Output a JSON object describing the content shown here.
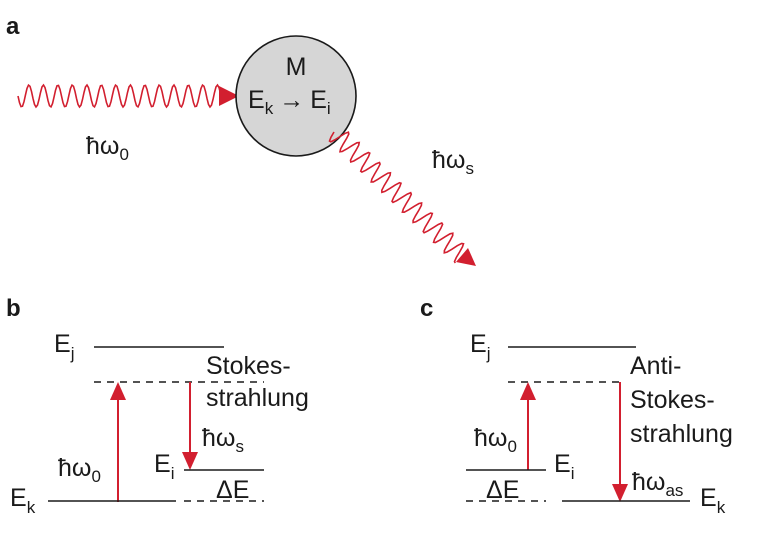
{
  "panels": {
    "a": {
      "label": "a",
      "molecule": {
        "name": "M",
        "transition_from": "E",
        "transition_from_sub": "k",
        "arrow": "→",
        "transition_to": "E",
        "transition_to_sub": "i"
      },
      "incident_photon": {
        "symbol": "ħω",
        "sub": "0"
      },
      "scattered_photon": {
        "symbol": "ħω",
        "sub": "s"
      }
    },
    "b": {
      "label": "b",
      "level_upper": {
        "symbol": "E",
        "sub": "j"
      },
      "level_ground": {
        "symbol": "E",
        "sub": "k"
      },
      "level_final": {
        "symbol": "E",
        "sub": "i"
      },
      "process_label_line1": "Stokes-",
      "process_label_line2": "strahlung",
      "excitation": {
        "symbol": "ħω",
        "sub": "0"
      },
      "emission": {
        "symbol": "ħω",
        "sub": "s"
      },
      "energy_gap": "ΔE"
    },
    "c": {
      "label": "c",
      "level_upper": {
        "symbol": "E",
        "sub": "j"
      },
      "level_start": {
        "symbol": "E",
        "sub": "i"
      },
      "level_ground": {
        "symbol": "E",
        "sub": "k"
      },
      "process_label_line1": "Anti-",
      "process_label_line2": "Stokes-",
      "process_label_line3": "strahlung",
      "excitation": {
        "symbol": "ħω",
        "sub": "0"
      },
      "emission": {
        "symbol": "ħω",
        "sub": "as"
      },
      "energy_gap": "ΔE"
    }
  },
  "colors": {
    "photon": "#d21f2f",
    "molecule_fill": "#d6d6d6",
    "line": "#1a1a1a"
  }
}
